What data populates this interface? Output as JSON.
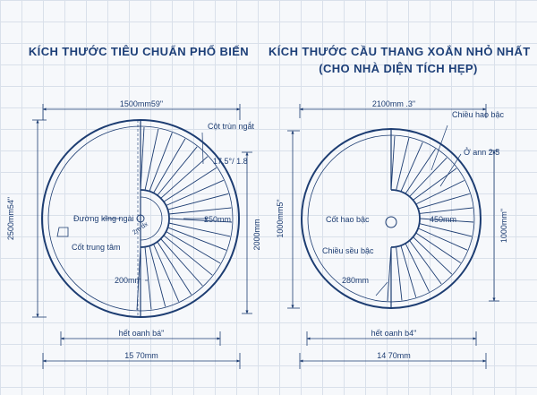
{
  "titles": {
    "left": "KÍCH THƯỚC TIÊU CHUẨN PHỔ BIẾN",
    "right_line1": "KÍCH THƯỚC CẦU THANG XOẮN NHỎ NHẤT",
    "right_line2": "(CHO NHÀ DIỆN TÍCH HẸP)"
  },
  "left_drawing": {
    "top_dimension": "1500mm59\"",
    "left_dimension": "2500mm54\"",
    "right_dimension": "2000mm",
    "inner_bottom_dimension": "hết oanh bá\"",
    "bottom_dimension": "15 70mm",
    "label_column": "Cột trùn ngắt",
    "label_angle": "17.5°/ 1.8",
    "label_step_width": "250mm",
    "label_walkline": "Đường kĩng ngài",
    "label_center": "Cốt trung tâm",
    "label_tread": "200mm",
    "label_arc": "2m dx"
  },
  "right_drawing": {
    "top_dimension": "2100mm .3\"",
    "left_dimension": "1000mm5\"",
    "right_dimension": "1000mm\"",
    "inner_bottom_dimension": "hết oanh b4\"",
    "bottom_dimension": "14 70mm",
    "label_headroom": "Chiều hao bậc",
    "label_angle": "Ở ann 2.5",
    "label_step_width": "450mm",
    "label_column": "Cốt hao bậc",
    "label_depth": "Chiều sều bậc",
    "label_tread": "280mm"
  },
  "colors": {
    "ink": "#1d3d72",
    "grid": "#d9e0ea",
    "background": "#f6f8fb"
  }
}
